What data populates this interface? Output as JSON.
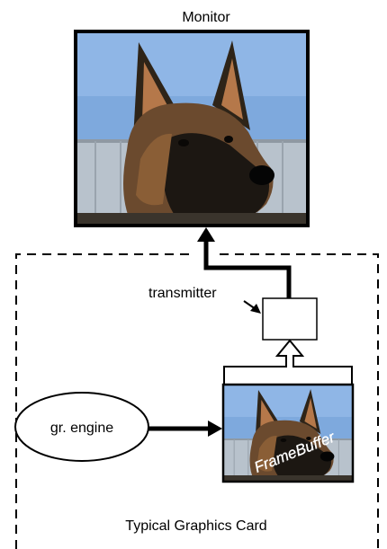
{
  "monitor": {
    "label": "Monitor"
  },
  "transmitter": {
    "label": "transmitter"
  },
  "engine": {
    "label": "gr. engine"
  },
  "framebuffer": {
    "overlay_text": "FrameBuffer"
  },
  "card": {
    "label": "Typical Graphics Card"
  },
  "image_subject": "german-shepherd-dog-photo"
}
